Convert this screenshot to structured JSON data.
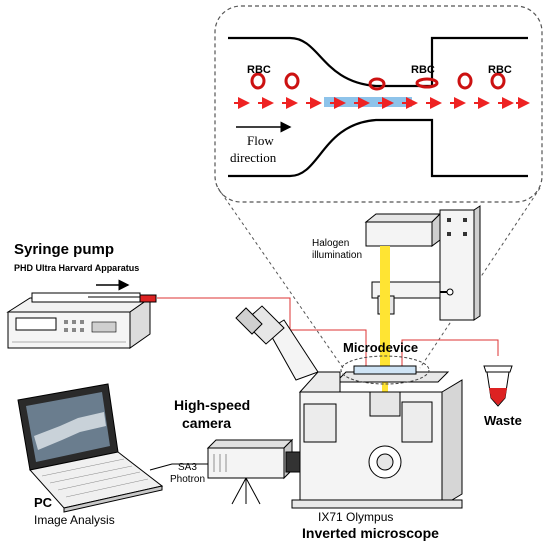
{
  "labels": {
    "rbc1": "RBC",
    "rbc2": "RBC",
    "rbc3": "RBC",
    "flow_line1": "Flow",
    "flow_line2": "direction",
    "halogen_line1": "Halogen",
    "halogen_line2": "illumination",
    "syringe_title": "Syringe pump",
    "syringe_sub": "PHD Ultra Harvard Apparatus",
    "microdevice": "Microdevice",
    "waste": "Waste",
    "camera_line1": "High-speed",
    "camera_line2": "camera",
    "camera_model_line1": "SA3",
    "camera_model_line2": "Photron",
    "pc_title": "PC",
    "pc_sub": "Image Analysis",
    "microscope_model": "IX71 Olympus",
    "microscope_title": "Inverted microscope"
  },
  "colors": {
    "rbc_red": "#cc1111",
    "arrow_red": "#ee2222",
    "tube_red": "#dd3333",
    "light_yellow": "#ffe433",
    "highlight_blue": "#8ec3ea",
    "outline": "#000000",
    "panel_dash": "#555555"
  }
}
